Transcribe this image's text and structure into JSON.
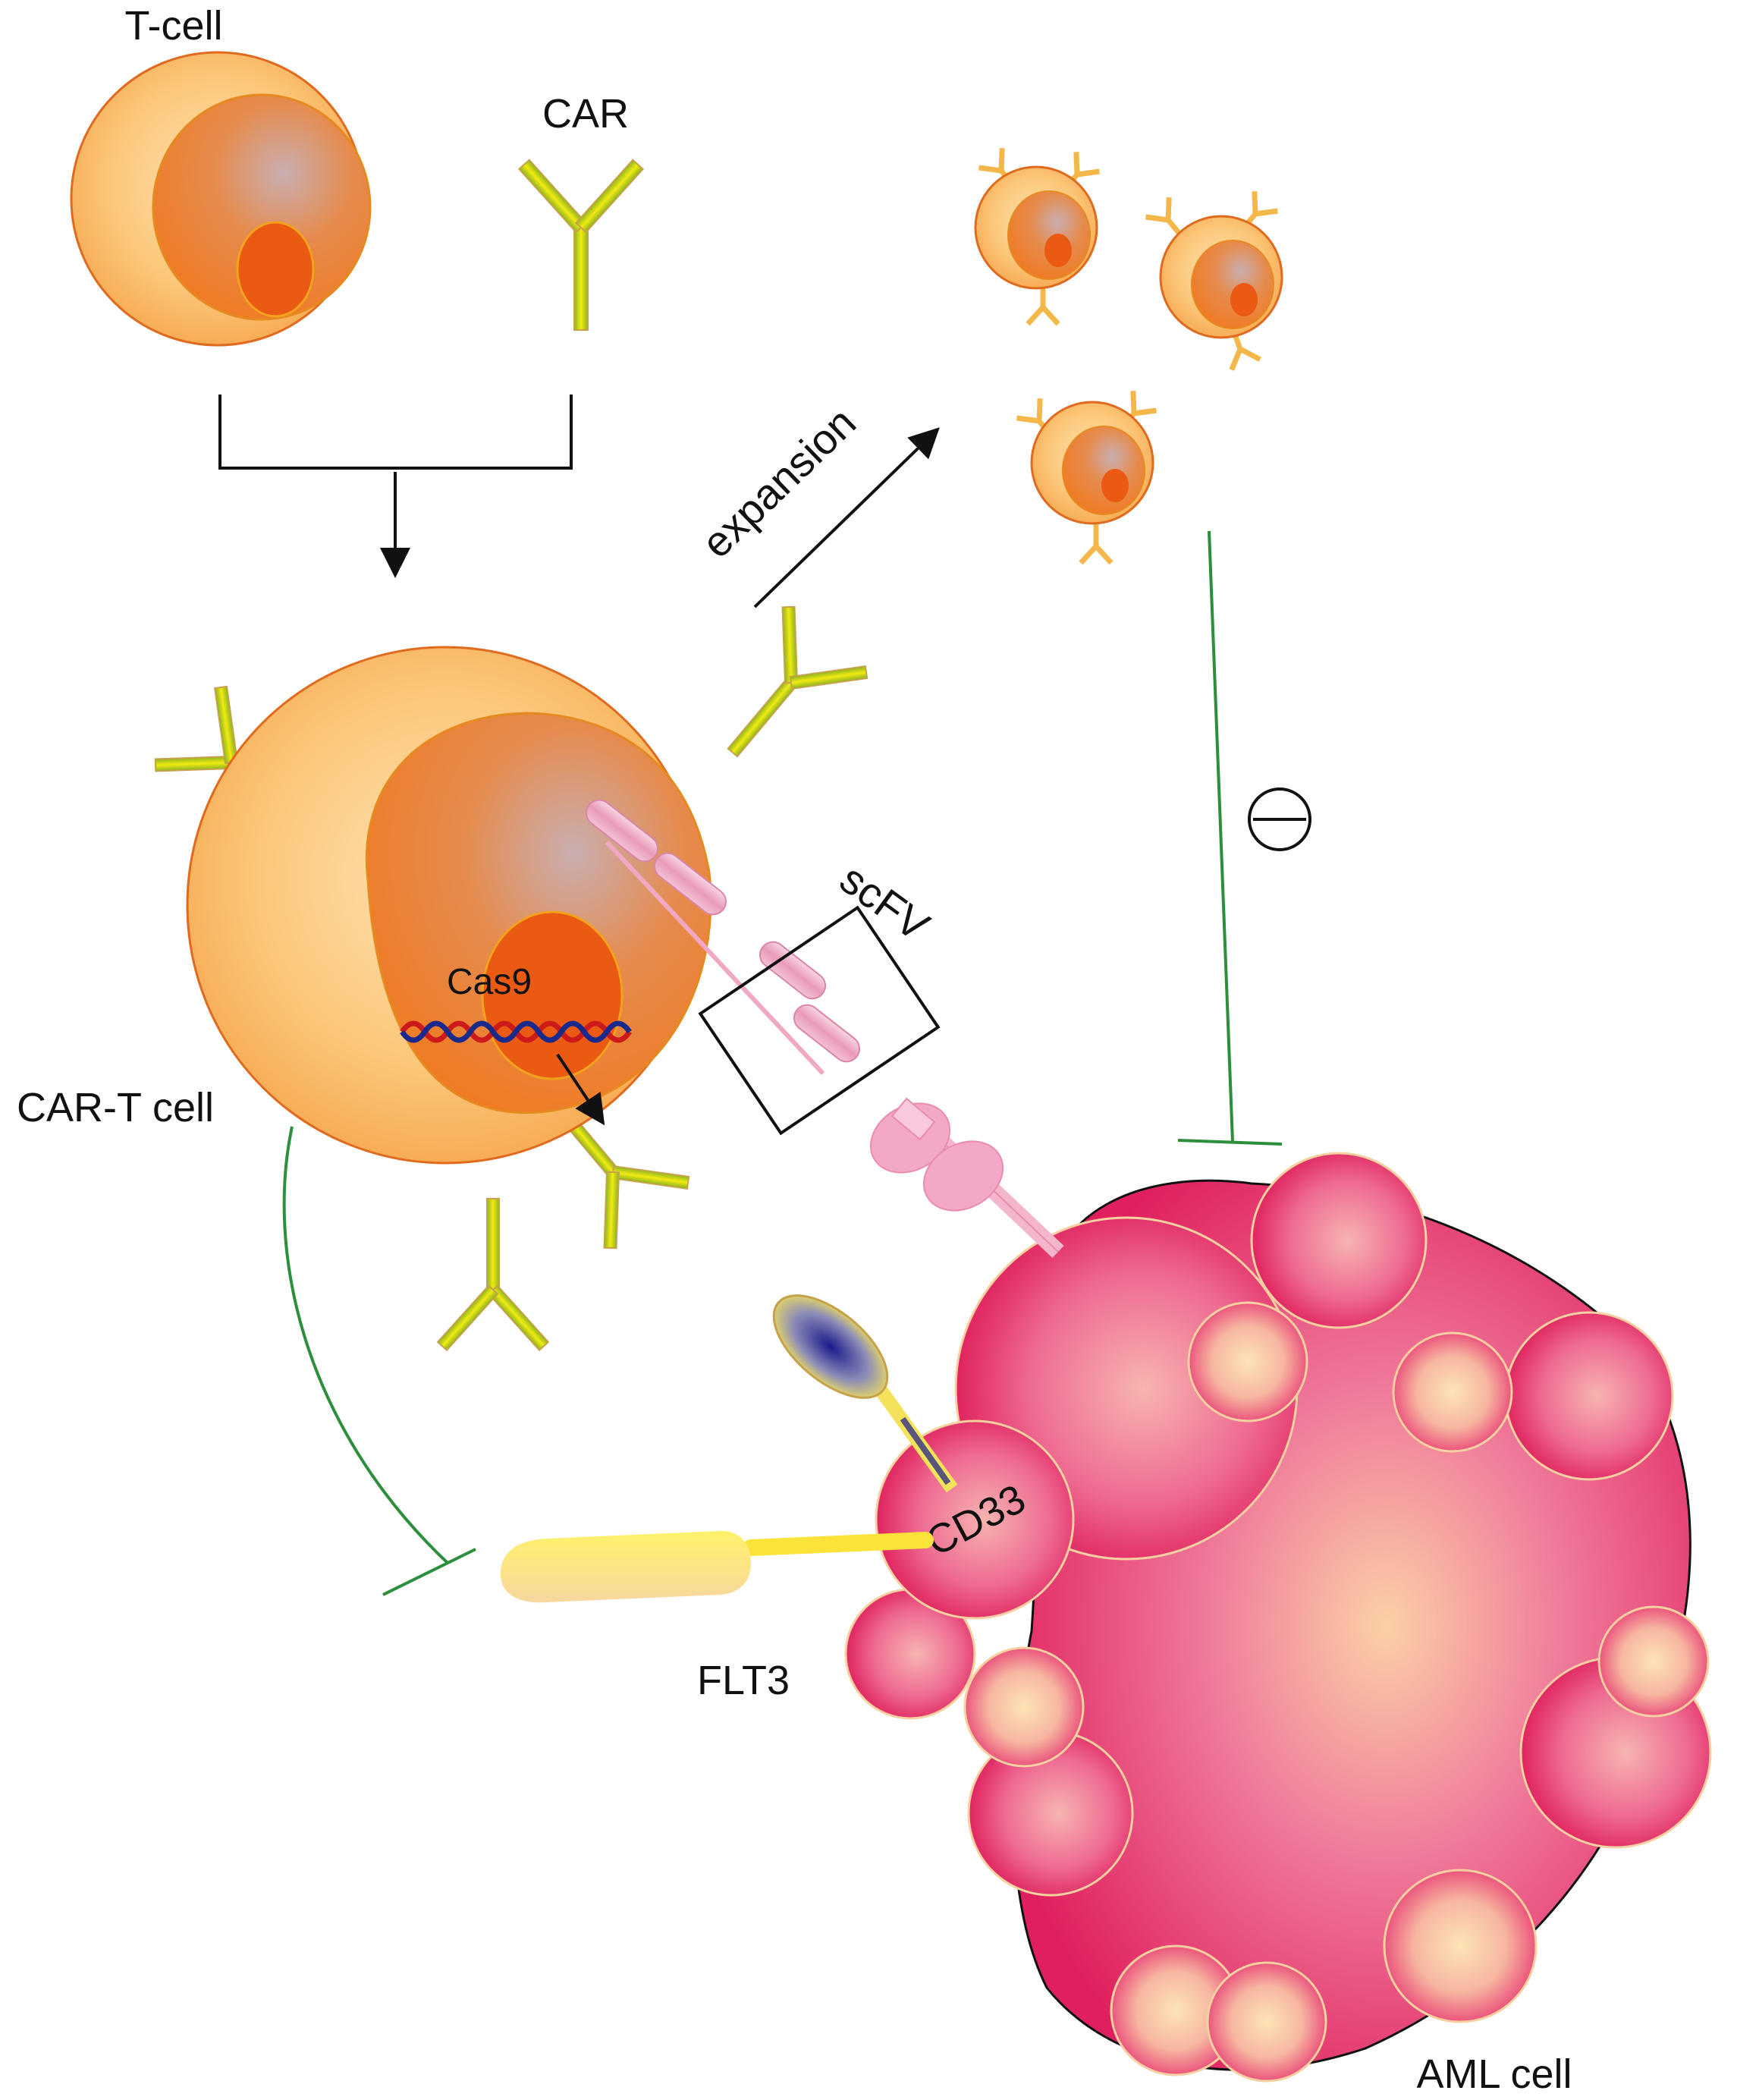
{
  "labels": {
    "t_cell": "T-cell",
    "car": "CAR",
    "expansion": "expansion",
    "car_t_cell": "CAR-T cell",
    "cas9": "Cas9",
    "scfv": "scFV",
    "cd33": "CD33",
    "flt3": "FLT3",
    "aml_cell": "AML cell"
  },
  "symbols": {
    "inhibition": "minus-circle"
  },
  "colors": {
    "cell_outer": "#f9b865",
    "cell_inner": "#f07a2a",
    "nucleus": "#ea5a12",
    "car_green": "#9bc424",
    "car_yellow": "#f1ea10",
    "aml_pink": "#e8306e",
    "aml_light": "#fde0b0",
    "scfv_pink": "#f0a8c4",
    "inhibit_green": "#2d8f3c",
    "flt3_yellow": "#fbe95a"
  }
}
